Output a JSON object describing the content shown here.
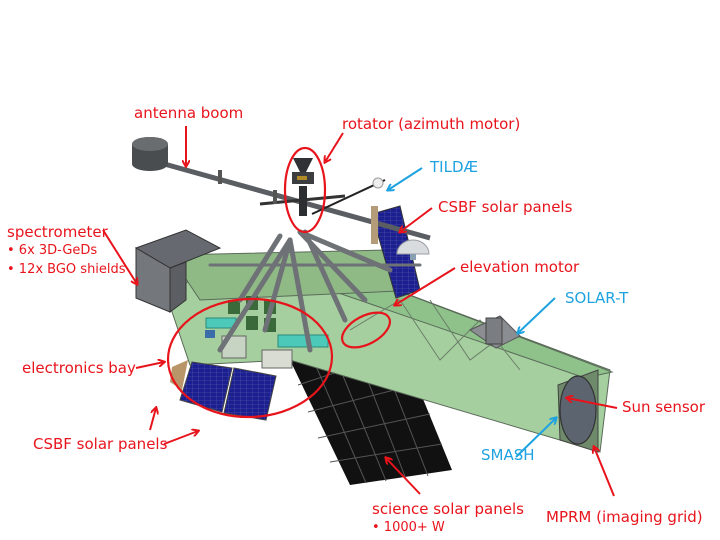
{
  "colors": {
    "label_red": "#e8141c",
    "label_blue": "#1ea3e0",
    "gondola_green": "#8fc28b",
    "frame_gray": "#6e7175",
    "solar_blue": "#1c1f8f",
    "science_panel_black": "#101010"
  },
  "labels": {
    "antenna_boom": "antenna boom",
    "rotator": "rotator (azimuth motor)",
    "tildae": "TILDÆ",
    "csbf_solar_top": "CSBF solar panels",
    "spectrometer": "spectrometer",
    "spectrometer_items": [
      "• 6x 3D-GeDs",
      "• 12x BGO shields"
    ],
    "elevation_motor": "elevation motor",
    "solar_t": "SOLAR-T",
    "electronics_bay": "electronics bay",
    "sun_sensor": "Sun sensor",
    "csbf_solar_bottom": "CSBF solar panels",
    "smash": "SMASH",
    "science_solar": "science solar panels",
    "science_solar_items": [
      "• 1000+ W"
    ],
    "mprm": "MPRM (imaging grid)"
  }
}
